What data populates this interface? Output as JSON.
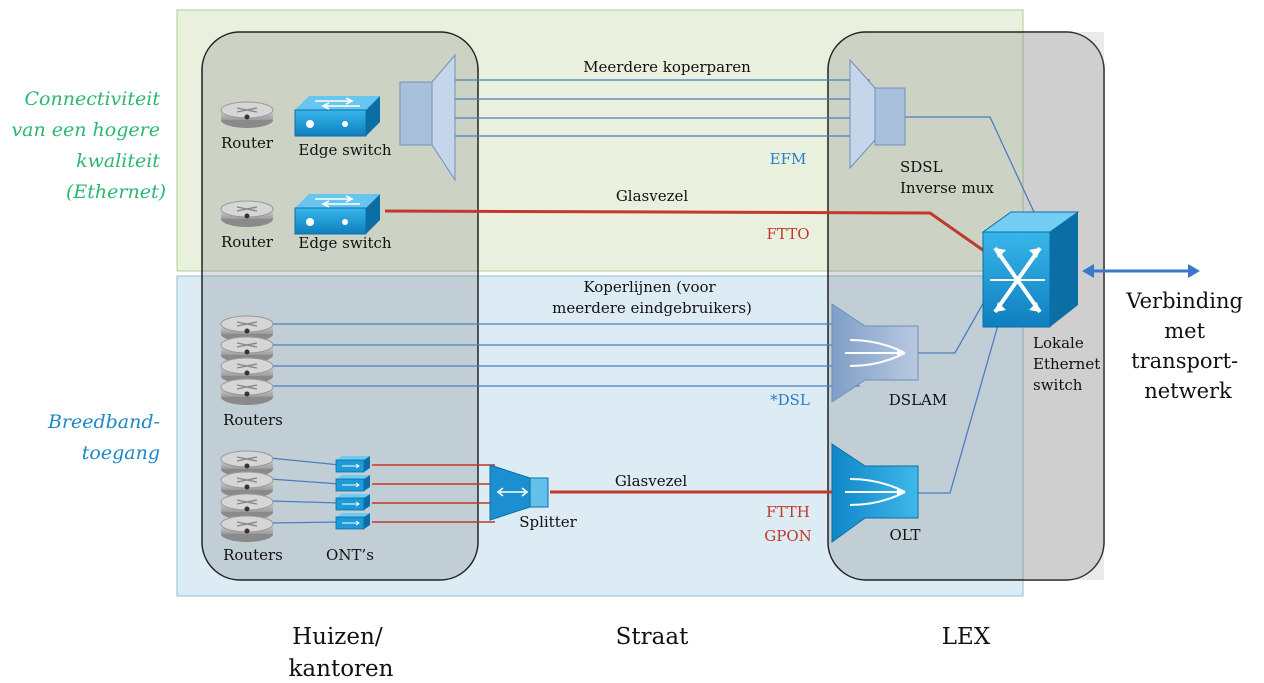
{
  "side_labels": {
    "ethernet": [
      "Connectiviteit",
      "van een hogere",
      "kwaliteit",
      "(Ethernet)"
    ],
    "broadband": [
      "Breedband-",
      "toegang"
    ]
  },
  "zones": {
    "homes": [
      "Huizen/",
      "kantoren"
    ],
    "street": "Straat",
    "lex": "LEX"
  },
  "devices": {
    "router1": "Router",
    "router2": "Router",
    "edge_switch1": "Edge switch",
    "edge_switch2": "Edge switch",
    "routers_dsl": "Routers",
    "routers_ftth": "Routers",
    "onts": "ONT’s",
    "splitter": "Splitter",
    "sdsl": [
      "SDSL",
      "Inverse mux"
    ],
    "dslam": "DSLAM",
    "olt": "OLT",
    "lex_switch": [
      "Lokale",
      "Ethernet",
      "switch"
    ]
  },
  "links": {
    "copper_pairs": "Meerdere koperparen",
    "efm": "EFM",
    "fiber1": "Glasvezel",
    "ftto": "FTTO",
    "copper_lines": [
      "Koperlijnen (voor",
      "meerdere eindgebruikers)"
    ],
    "dsl": "*DSL",
    "fiber2": "Glasvezel",
    "ftth": "FTTH",
    "gpon": "GPON"
  },
  "transport": [
    "Verbinding",
    "met",
    "transport-",
    "netwerk"
  ],
  "colors": {
    "ethernet_region": "#e8f1dc",
    "broadband_region": "#dcebf4",
    "copper": "#4a7ebf",
    "fiber": "#c0392b",
    "device_blue": "#1a9ad6",
    "label_green": "#2bb673",
    "label_blue": "#1f86c8"
  }
}
